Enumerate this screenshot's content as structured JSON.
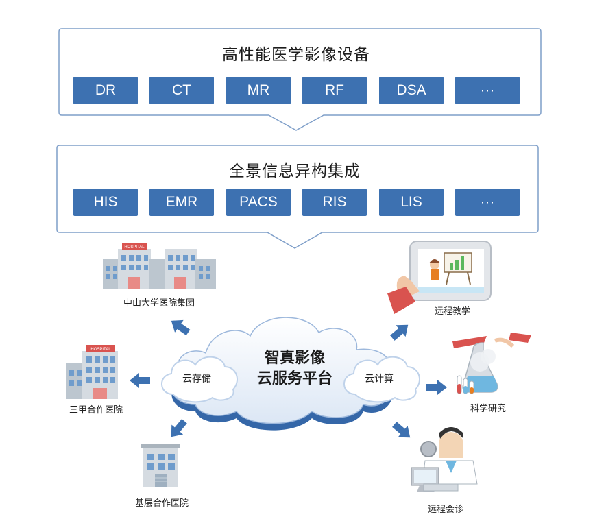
{
  "devices_panel": {
    "title": "高性能医学影像设备",
    "chips": [
      "DR",
      "CT",
      "MR",
      "RF",
      "DSA",
      "···"
    ]
  },
  "integration_panel": {
    "title": "全景信息异构集成",
    "chips": [
      "HIS",
      "EMR",
      "PACS",
      "RIS",
      "LIS",
      "···"
    ]
  },
  "cloud": {
    "title_line1": "智真影像",
    "title_line2": "云服务平台",
    "left_label": "云存储",
    "right_label": "云计算"
  },
  "nodes": {
    "hospital_group": "中山大学医院集团",
    "tertiary_hospital": "三甲合作医院",
    "primary_hospital": "基层合作医院",
    "remote_teaching": "远程教学",
    "research": "科学研究",
    "remote_consult": "远程会诊"
  },
  "building_sign": "HOSPITAL",
  "colors": {
    "chip": "#3d71b1",
    "cloud_fill": "#e6eef8",
    "cloud_shadow": "#3567a8",
    "arrow": "#3d71b1",
    "panel_border": "#7f9fc9"
  }
}
